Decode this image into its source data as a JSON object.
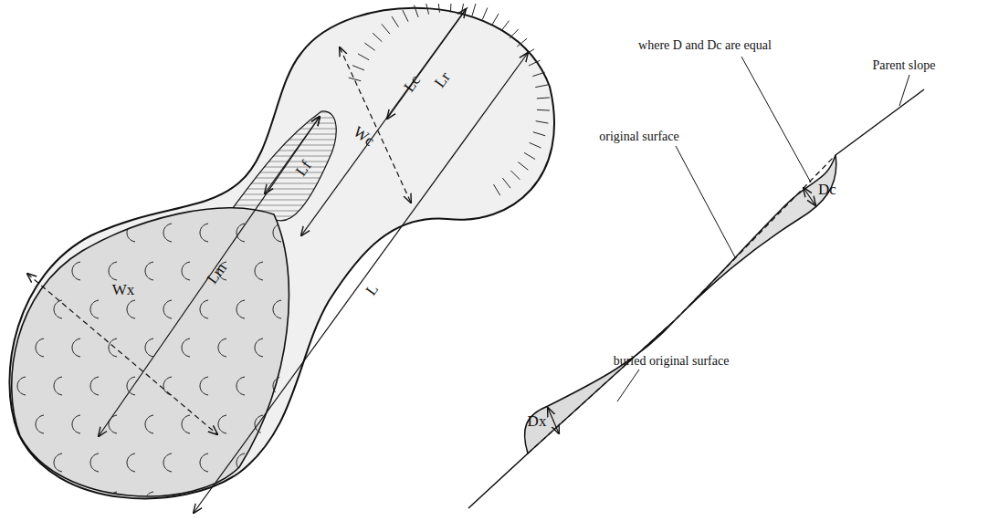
{
  "diagram": {
    "labels": [
      "Lc",
      "Lr",
      "Wc",
      "Lf",
      "Wx",
      "Lm",
      "L",
      "where D and Dc are equal",
      "Parent slope",
      "original surface",
      "buried original surface",
      "Dx",
      "Dc"
    ]
  }
}
